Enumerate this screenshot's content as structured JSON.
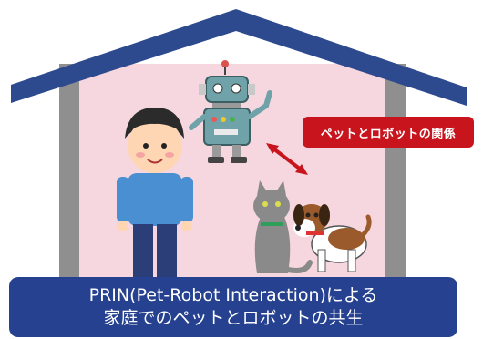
{
  "callout": {
    "text": "ペットとロボットの関係"
  },
  "banner": {
    "line1": "PRIN(Pet-Robot Interaction)による",
    "line2": "家庭でのペットとロボットの共生"
  },
  "colors": {
    "roof": "#2e4a8e",
    "house_wall": "#f6d7df",
    "house_frame": "#8f8f8f",
    "callout_bg": "#c8151d",
    "banner_bg": "#25418f",
    "robot_body": "#6fa3a9",
    "arrow": "#c8151d"
  },
  "icons": [
    "house-illustration",
    "robot-illustration",
    "boy-illustration",
    "cat-illustration",
    "dog-illustration",
    "double-arrow-icon"
  ]
}
